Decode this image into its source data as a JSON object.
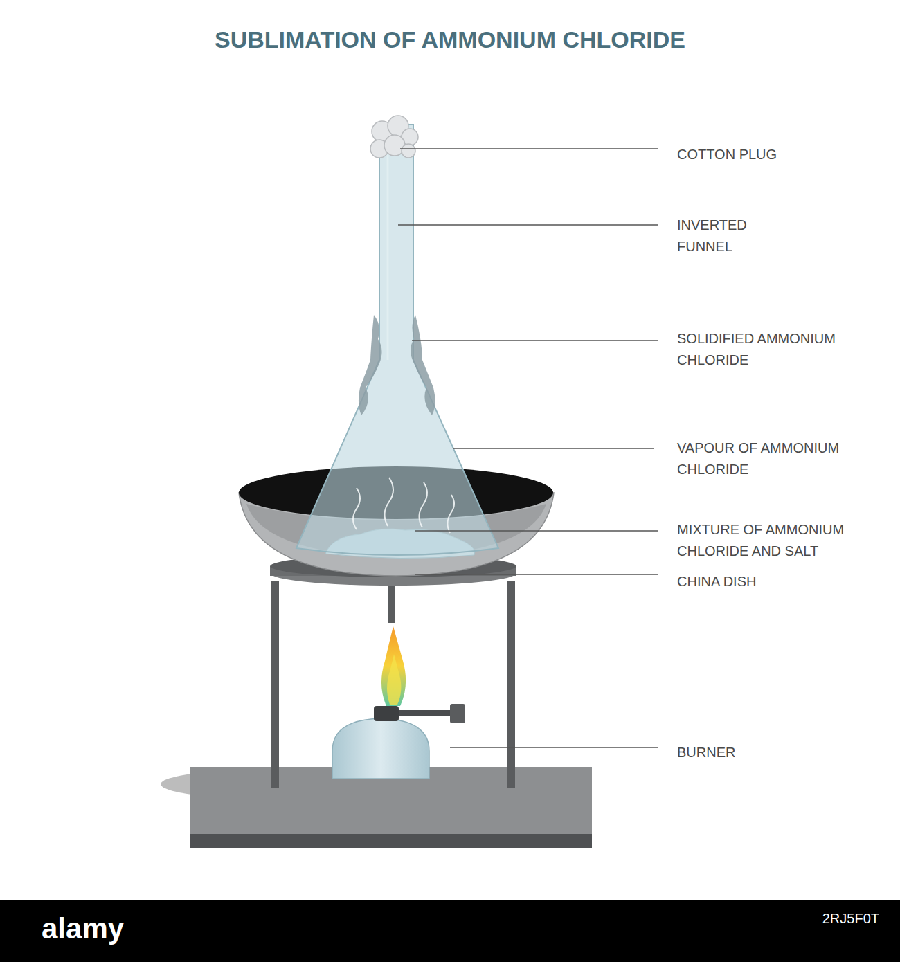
{
  "diagram": {
    "title": "SUBLIMATION OF AMMONIUM CHLORIDE",
    "labels": [
      "COTTON PLUG",
      "INVERTED FUNNEL",
      "SOLIDIFIED AMMONIUM CHLORIDE",
      "VAPOUR OF AMMONIUM CHLORIDE",
      "MIXTURE OF AMMONIUM CHLORIDE AND SALT",
      "CHINA DISH",
      "BURNER",
      "alamy",
      "2RJ5F0T"
    ]
  }
}
